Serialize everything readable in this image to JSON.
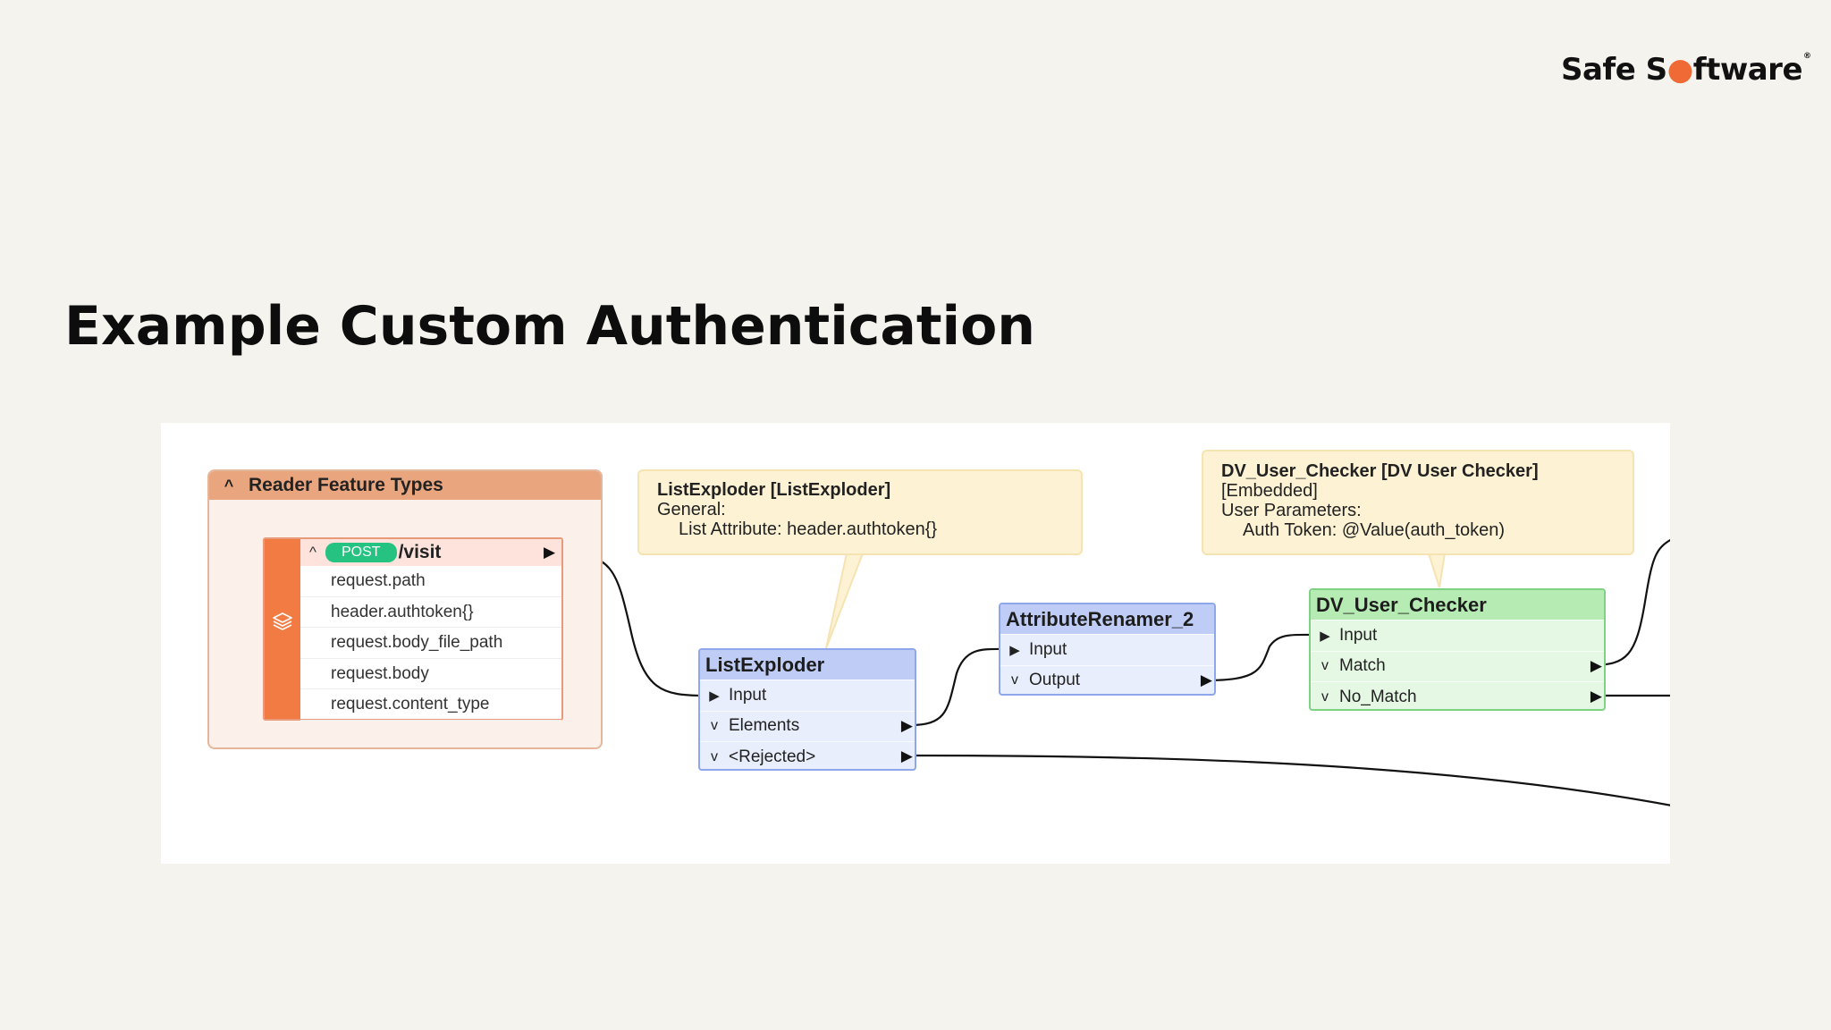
{
  "logo": {
    "text_a": "Safe S",
    "dot": "●",
    "text_b": "ftware",
    "reg": "®"
  },
  "slide": {
    "title": "Example Custom Authentication"
  },
  "bookmark": {
    "title": "Reader Feature Types"
  },
  "reader": {
    "method": "POST",
    "name": "/visit",
    "attributes": [
      "request.path",
      "header.authtoken{}",
      "request.body_file_path",
      "request.body",
      "request.content_type"
    ]
  },
  "annotations": {
    "list_exploder": {
      "title": "ListExploder [ListExploder]",
      "line1": "General:",
      "line2": "List Attribute: header.authtoken{}"
    },
    "user_checker": {
      "title": "DV_User_Checker [DV User Checker]",
      "line1": "[Embedded]",
      "line2": "User Parameters:",
      "line3": "Auth Token: @Value(auth_token)"
    }
  },
  "transformers": {
    "list_exploder": {
      "name": "ListExploder",
      "input": "Input",
      "outputs": [
        "Elements",
        "<Rejected>"
      ]
    },
    "attribute_renamer": {
      "name": "AttributeRenamer_2",
      "input": "Input",
      "outputs": [
        "Output"
      ]
    },
    "user_checker": {
      "name": "DV_User_Checker",
      "input": "Input",
      "outputs": [
        "Match",
        "No_Match"
      ]
    }
  },
  "colors": {
    "background": "#f4f3ee",
    "reader_accent": "#f27a43",
    "post_badge": "#26c281",
    "blue_transformer": "#bfcdf6",
    "green_transformer": "#b6ebb3",
    "annotation": "#fdf3d4",
    "logo_dot": "#f06a35"
  },
  "icons": {
    "collapse": "chevron-up-icon",
    "expand_port": "chevron-down-icon",
    "input_port": "triangle-right-icon",
    "output_port": "triangle-right-icon",
    "reader_type": "stack-layers-icon"
  }
}
